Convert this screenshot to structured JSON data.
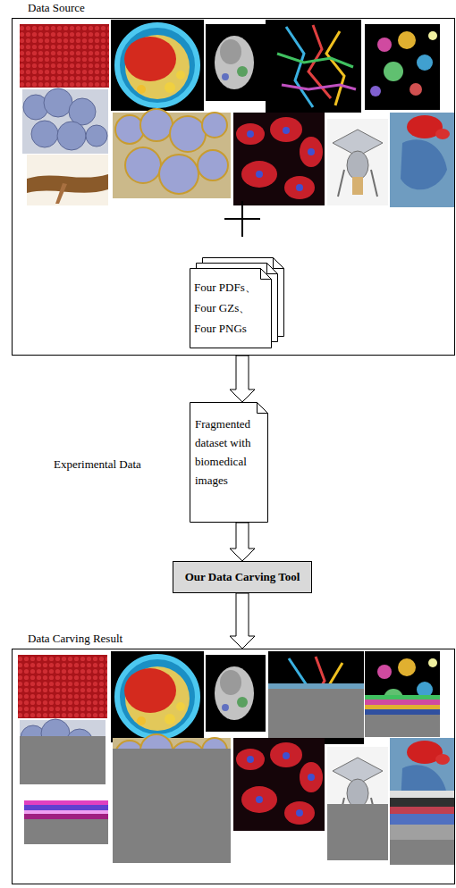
{
  "diagram": {
    "nodes": [
      {
        "text": [
          "Data Source"
        ]
      },
      {
        "text": [
          "Four PDFs、 Four GZs、 Four PNGs"
        ],
        "in": 0
      },
      {
        "text": [
          "Fragmented dataset with biomedical images"
        ]
      },
      {
        "text": [
          "Our Data Carving Tool"
        ]
      },
      {
        "text": [
          "Data Carving Result"
        ]
      }
    ],
    "edges": [
      {
        "from": 0,
        "to": 2,
        "arrow": "to"
      },
      {
        "from": 2,
        "to": 3,
        "arrow": "to"
      },
      {
        "from": 3,
        "to": 4,
        "arrow": "to"
      }
    ],
    "labels": [
      "Experimental Data"
    ]
  }
}
